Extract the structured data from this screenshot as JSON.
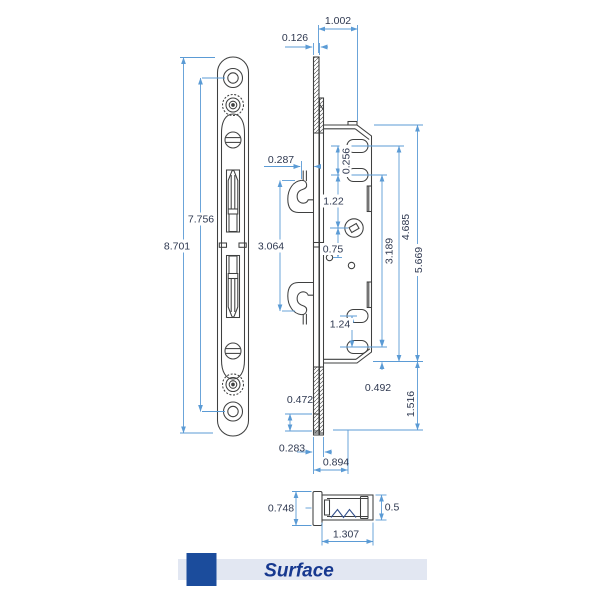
{
  "colors": {
    "outline": "#3f4040",
    "dimension_line": "#5b9bd5",
    "dimension_text": "#2e3850",
    "footer_bar": "#e2e7f2",
    "footer_square": "#1b4c9c",
    "footer_text": "#16388f"
  },
  "footer": {
    "label": "Surface"
  },
  "dimensions": {
    "front_view": {
      "overall_height": "8.701",
      "hole_spacing": "7.756"
    },
    "side_view": {
      "body_depth": "1.002",
      "faceplate_thickness": "0.126",
      "hook_clearance": "0.287",
      "hook_span": "3.064",
      "slot_gap": "0.256",
      "slot_to_spindle": "1.22",
      "spindle_to_hole": "0.75",
      "slot_span": "3.189",
      "slot_to_bottom_edge": "4.685",
      "case_height": "5.669",
      "lower_slot_gap": "1.24",
      "lower_slot_to_edge": "0.492",
      "bottom_extension": "1.516",
      "faceplate_bottom": "0.472",
      "faceplate_edge_width": "0.283",
      "bottom_depth": "0.894"
    },
    "top_view": {
      "flange_width": "0.748",
      "case_thickness": "0.5",
      "case_width": "1.307"
    }
  }
}
